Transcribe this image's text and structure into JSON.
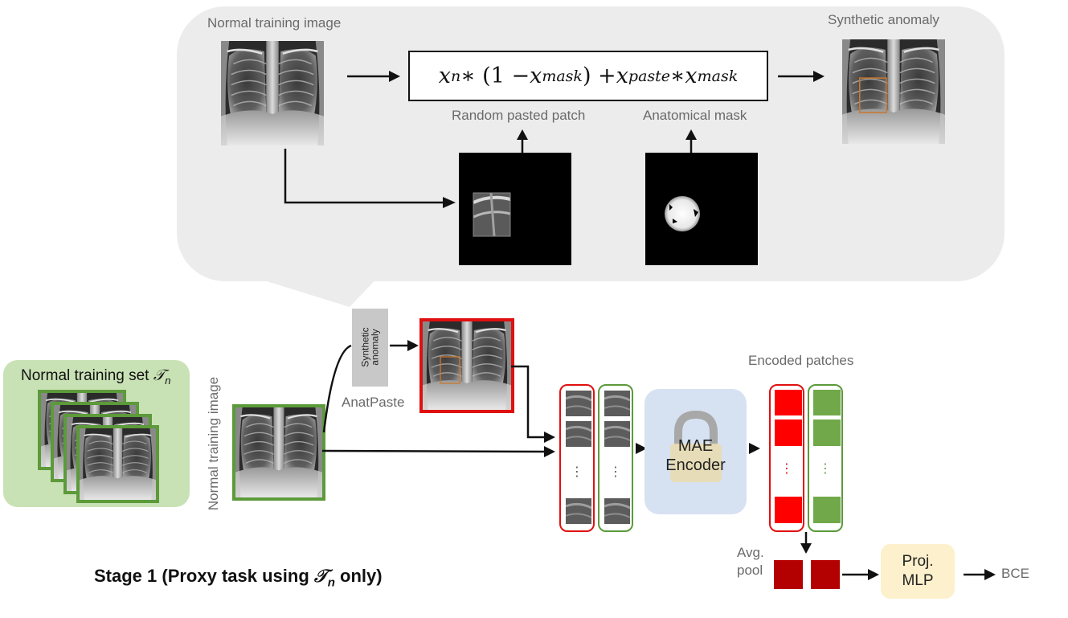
{
  "labels": {
    "normal_training_image_top": "Normal training image",
    "synthetic_anomaly_top": "Synthetic anomaly",
    "random_pasted_patch": "Random pasted patch",
    "anatomical_mask": "Anatomical mask",
    "normal_training_set_prefix": "Normal training set",
    "normal_training_set_symbol": "𝒯",
    "normal_training_set_sub": "n",
    "synthetic_anomaly_tag": "Synthetic anomaly",
    "anatpaste": "AnatPaste",
    "normal_training_image_side": "Normal training image",
    "encoded_patches": "Encoded patches",
    "mae_encoder_line1": "MAE",
    "mae_encoder_line2": "Encoder",
    "avg_pool_line1": "Avg.",
    "avg_pool_line2": "pool",
    "proj_mlp_line1": "Proj.",
    "proj_mlp_line2": "MLP",
    "bce": "BCE",
    "stage_prefix": "Stage 1 (Proxy task using ",
    "stage_symbol": "𝒯",
    "stage_sub": "n",
    "stage_suffix": " only)",
    "ellipsis": "⋮"
  },
  "formula": {
    "x_n": "x",
    "x_n_sub": "n",
    "op1": " ∗ (1 − ",
    "x_mask": "x",
    "x_mask_sub": "mask",
    "op2": ") + ",
    "x_paste": "x",
    "x_paste_sub": "paste",
    "op3": " ∗ ",
    "x_mask2": "x",
    "x_mask2_sub": "mask"
  },
  "colors": {
    "panel_bg": "#ececec",
    "green_border": "#5c9a3a",
    "red_border": "#e01010",
    "encoded_red": "#ff0000",
    "encoded_green": "#70a84a",
    "pooled_dark_red": "#b30000",
    "mae_bg": "#d6e2f1",
    "mlp_bg": "#fdf0cc",
    "training_set_bg": "#c9e2b5",
    "anomaly_tag_bg": "#c8c8c8",
    "patch_outline": "#c87830"
  },
  "icons": [
    "lock-icon",
    "arrow-right-icon",
    "arrow-up-icon",
    "arrow-down-icon"
  ]
}
